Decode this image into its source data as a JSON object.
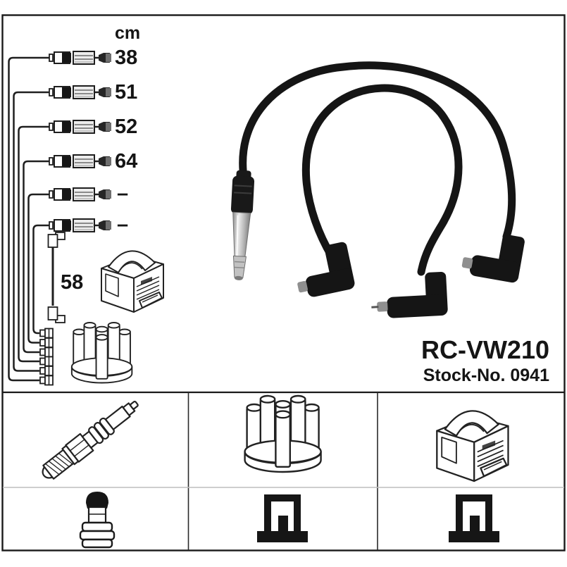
{
  "product": {
    "part_number": "RC-VW210",
    "stock_number_label": "Stock-No. 0941"
  },
  "schematic": {
    "unit_header": "cm",
    "wires": [
      {
        "length_cm": "38"
      },
      {
        "length_cm": "51"
      },
      {
        "length_cm": "52"
      },
      {
        "length_cm": "64"
      },
      {
        "length_cm": "–"
      },
      {
        "length_cm": "–"
      }
    ],
    "coil_wire": {
      "length_cm": "58"
    }
  },
  "legend": {
    "icons": [
      {
        "name": "spark-plug-icon"
      },
      {
        "name": "distributor-cap-icon"
      },
      {
        "name": "ignition-coil-icon"
      },
      {
        "name": "plug-terminal-icon"
      },
      {
        "name": "boot-cross-section-icon"
      },
      {
        "name": "boot-cross-section-icon"
      }
    ]
  },
  "colors": {
    "line": "#1f1f1f",
    "cable_black": "#151515",
    "metal_light": "#e8e8e8",
    "metal_dark": "#8f8f8f",
    "divider_light": "#bdbdbd",
    "background": "#ffffff"
  }
}
